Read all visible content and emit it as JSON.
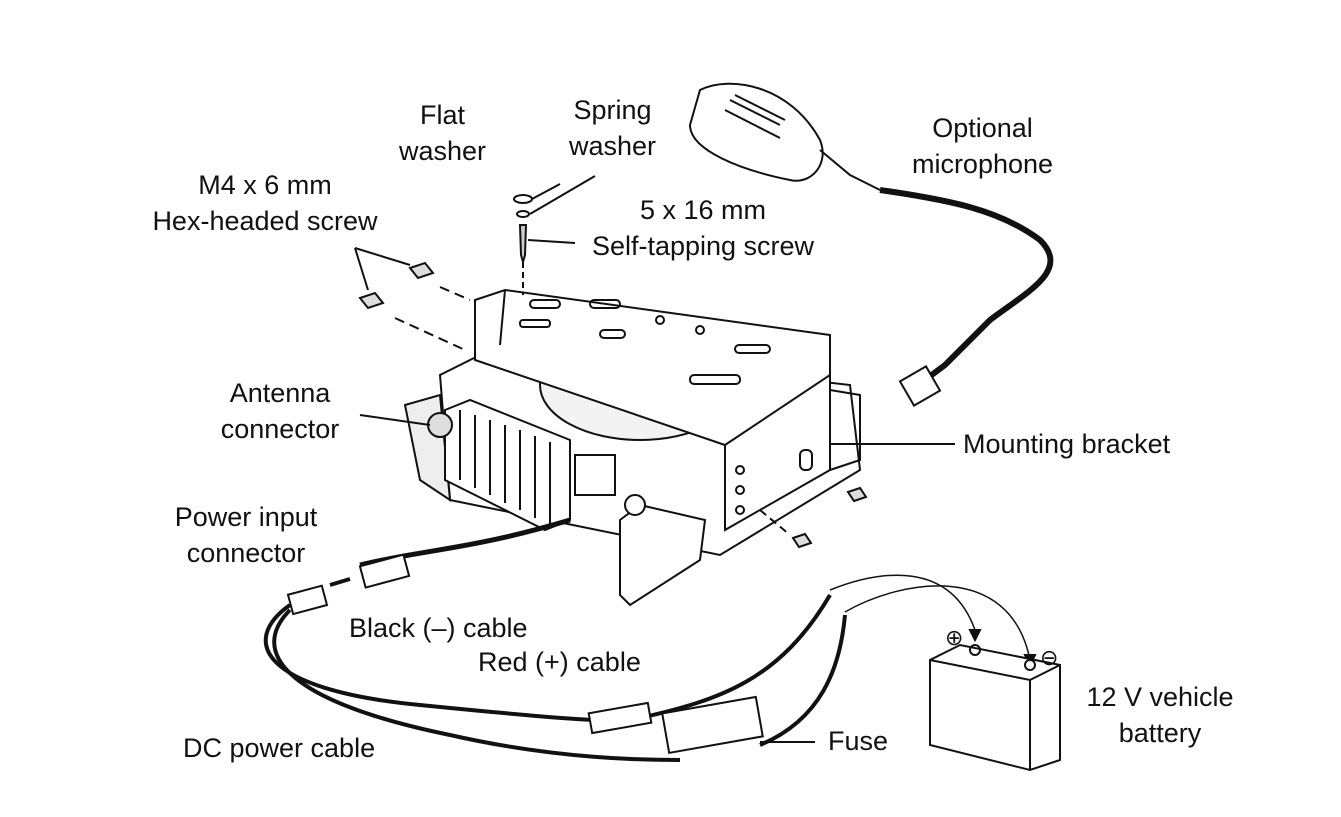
{
  "labels": {
    "flat_washer": [
      "Flat",
      "washer"
    ],
    "spring_washer": [
      "Spring",
      "washer"
    ],
    "hex_screw": [
      "M4 x 6 mm",
      "Hex-headed screw"
    ],
    "self_tapping_screw": [
      "5 x 16 mm",
      "Self-tapping screw"
    ],
    "microphone": [
      "Optional",
      "microphone"
    ],
    "antenna_connector": [
      "Antenna",
      "connector"
    ],
    "mounting_bracket": "Mounting bracket",
    "power_input_connector": [
      "Power input",
      "connector"
    ],
    "black_cable": "Black (–) cable",
    "red_cable": "Red (+) cable",
    "dc_power_cable": "DC power cable",
    "fuse": "Fuse",
    "battery": [
      "12 V vehicle",
      "battery"
    ],
    "plus_symbol": "⊕",
    "minus_symbol": "⊖"
  },
  "colors": {
    "line": "#111111",
    "fill": "#ffffff",
    "shade": "#e6e6e6"
  }
}
